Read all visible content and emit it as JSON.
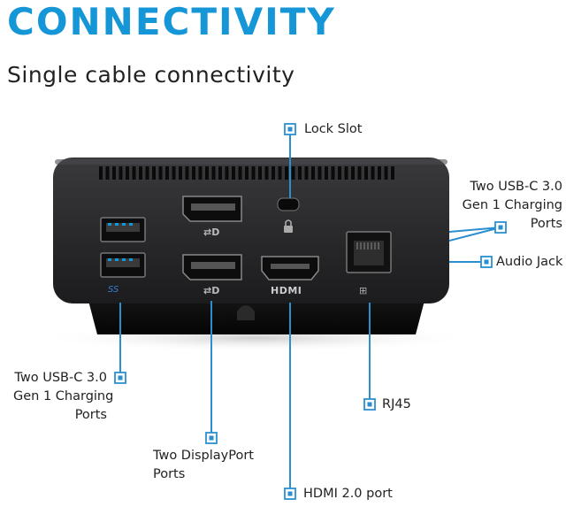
{
  "heading": "CONNECTIVITY",
  "subheading": "Single cable connectivity",
  "port_marks": {
    "usb_logo": "SS",
    "hdmi_logo": "HDMI"
  },
  "callouts": {
    "lock_slot": "Lock Slot",
    "usbc_right_line1": "Two USB-C 3.0",
    "usbc_right_line2": "Gen 1 Charging",
    "usbc_right_line3": "Ports",
    "audio_jack": "Audio Jack",
    "usbc_left_line1": "Two USB-C 3.0",
    "usbc_left_line2": "Gen 1 Charging",
    "usbc_left_line3": "Ports",
    "rj45": "RJ45",
    "displayport_line1": "Two DisplayPort",
    "displayport_line2": "Ports",
    "hdmi": "HDMI 2.0 port"
  },
  "colors": {
    "accent": "#1596d6",
    "dock_body": "#2a2a2c",
    "callout_line": "#2b8fcf"
  }
}
